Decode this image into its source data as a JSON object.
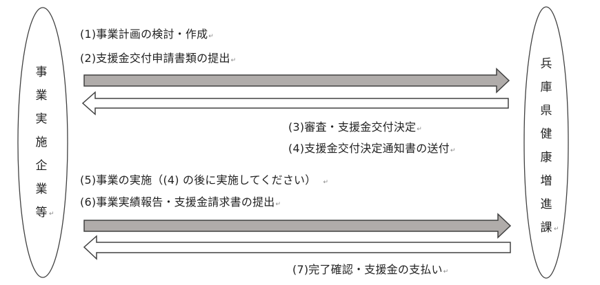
{
  "left_entity": {
    "label": "事業実施企業等",
    "chars": [
      "事",
      "業",
      "実",
      "施",
      "企",
      "業",
      "等"
    ]
  },
  "right_entity": {
    "label": "兵庫県健康増進課",
    "chars": [
      "兵",
      "庫",
      "県",
      "健",
      "康",
      "増",
      "進",
      "課"
    ]
  },
  "steps": [
    {
      "id": 1,
      "text": "(1)事業計画の検討・作成",
      "direction": "to_right"
    },
    {
      "id": 2,
      "text": "(2)支援金交付申請書類の提出",
      "direction": "to_right"
    },
    {
      "id": 3,
      "text": "(3)審査・支援金交付決定",
      "direction": "to_left"
    },
    {
      "id": 4,
      "text": "(4)支援金交付決定通知書の送付",
      "direction": "to_left"
    },
    {
      "id": 5,
      "text": "(5)事業の実施（(4) の後に実施してください）",
      "direction": "to_right"
    },
    {
      "id": 6,
      "text": "(6)事業実績報告・支援金請求書の提出",
      "direction": "to_right"
    },
    {
      "id": 7,
      "text": "(7)完了確認・支援金の支払い",
      "direction": "to_left"
    }
  ],
  "return_mark": "↵",
  "colors": {
    "arrow_fill_right": "#b0acaa",
    "arrow_fill_left": "#ffffff",
    "stroke": "#404040"
  }
}
